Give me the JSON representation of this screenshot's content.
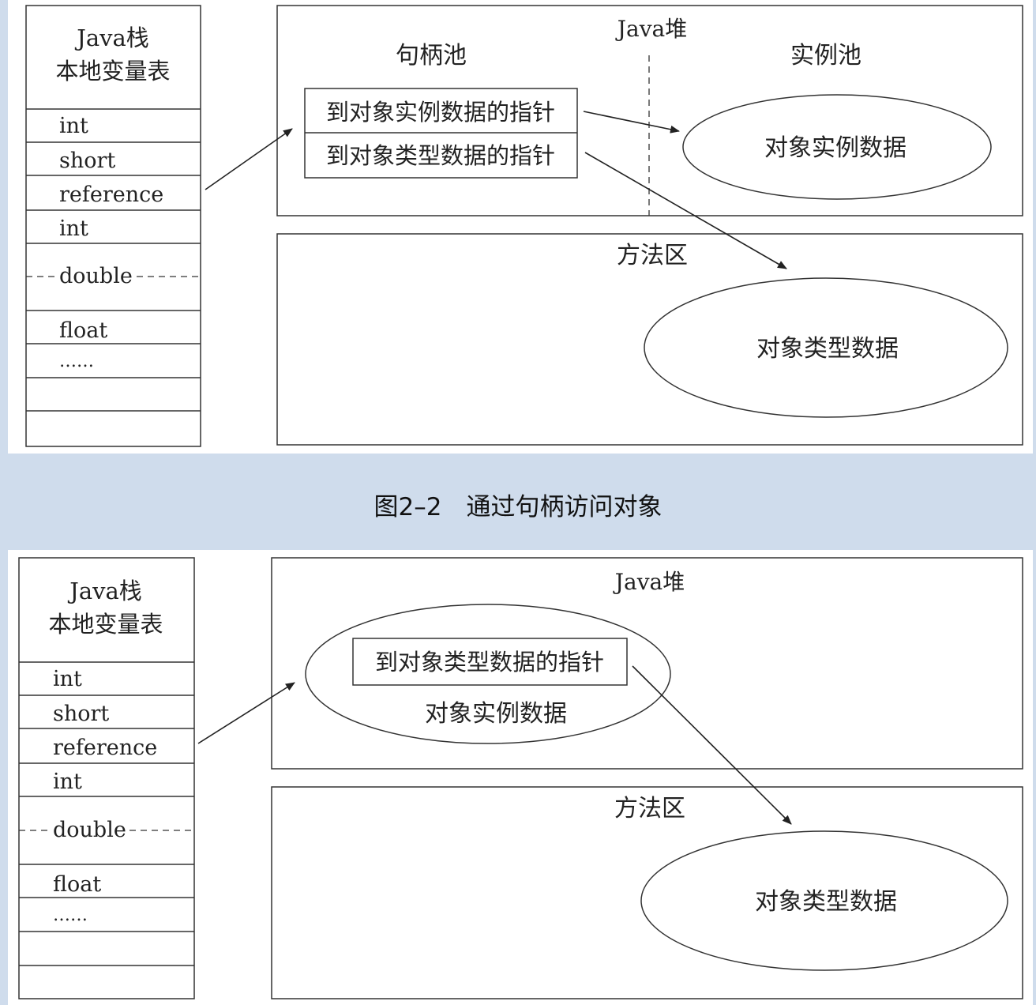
{
  "figure_top": {
    "stack": {
      "title_line1": "Java栈",
      "title_line2": "本地变量表",
      "slots": [
        "int",
        "short",
        "reference",
        "int",
        "double",
        "float",
        "……"
      ]
    },
    "heap": {
      "title": "Java堆",
      "handle_pool_label": "句柄池",
      "instance_pool_label": "实例池",
      "ptr_instance": "到对象实例数据的指针",
      "ptr_type": "到对象类型数据的指针",
      "instance_data": "对象实例数据"
    },
    "method_area": {
      "title": "方法区",
      "type_data": "对象类型数据"
    }
  },
  "caption": "图2–2　通过句柄访问对象",
  "figure_bottom": {
    "stack": {
      "title_line1": "Java栈",
      "title_line2": "本地变量表",
      "slots": [
        "int",
        "short",
        "reference",
        "int",
        "double",
        "float",
        "……"
      ]
    },
    "heap": {
      "title": "Java堆",
      "ptr_type": "到对象类型数据的指针",
      "instance_data": "对象实例数据"
    },
    "method_area": {
      "title": "方法区",
      "type_data": "对象类型数据"
    }
  }
}
